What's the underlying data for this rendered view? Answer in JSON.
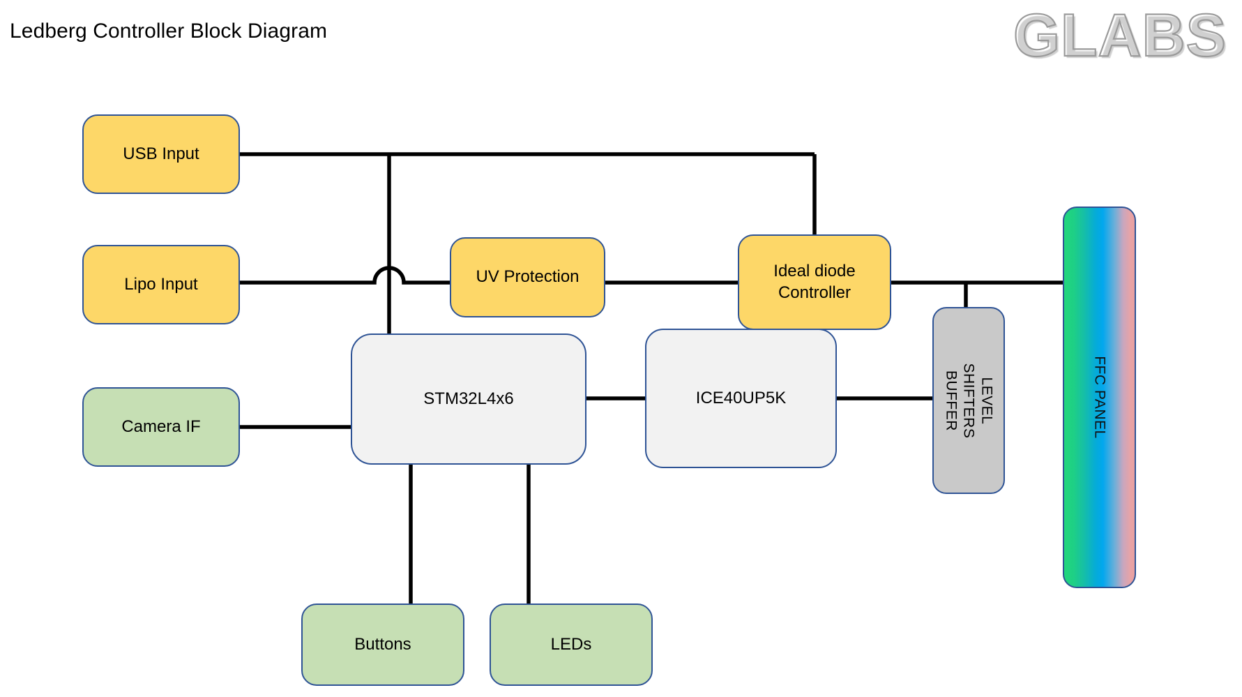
{
  "title": "Ledberg Controller Block Diagram",
  "logo": {
    "text": "GLABS",
    "stroke_color": "#9A9A9A"
  },
  "diagram": {
    "type": "block-diagram",
    "palette": {
      "power_block": "#FDD768",
      "io_block": "#C6DFB4",
      "chip_block": "#F2F2F2",
      "buffer_block": "#C9C9C9",
      "border": "#2E5395",
      "wire": "#000000",
      "ffc_gradient_start": "#21D67C",
      "ffc_gradient_mid": "#01A7EE",
      "ffc_gradient_end": "#E9A0A0"
    },
    "blocks": [
      {
        "id": "usb-input",
        "label": "USB Input",
        "kind": "power"
      },
      {
        "id": "lipo-input",
        "label": "Lipo Input",
        "kind": "power"
      },
      {
        "id": "camera-if",
        "label": "Camera IF",
        "kind": "io"
      },
      {
        "id": "uv-protection",
        "label": "UV Protection",
        "kind": "power"
      },
      {
        "id": "ideal-diode",
        "label": "Ideal diode Controller",
        "kind": "power"
      },
      {
        "id": "stm32",
        "label": "STM32L4x6",
        "kind": "chip"
      },
      {
        "id": "ice40",
        "label": "ICE40UP5K",
        "kind": "chip"
      },
      {
        "id": "level-shifters",
        "label": "LEVEL SHIFTERS BUFFER",
        "kind": "buffer"
      },
      {
        "id": "ffc-panel",
        "label": "FFC PANEL",
        "kind": "panel"
      },
      {
        "id": "buttons",
        "label": "Buttons",
        "kind": "io"
      },
      {
        "id": "leds",
        "label": "LEDs",
        "kind": "io"
      }
    ],
    "connections": [
      {
        "from": "usb-input",
        "to": "ideal-diode"
      },
      {
        "from": "usb-input",
        "to": "stm32"
      },
      {
        "from": "lipo-input",
        "to": "uv-protection"
      },
      {
        "from": "uv-protection",
        "to": "ideal-diode"
      },
      {
        "from": "ideal-diode",
        "to": "ffc-panel"
      },
      {
        "from": "ideal-diode",
        "to": "level-shifters"
      },
      {
        "from": "camera-if",
        "to": "stm32"
      },
      {
        "from": "stm32",
        "to": "ice40"
      },
      {
        "from": "ice40",
        "to": "level-shifters"
      },
      {
        "from": "stm32",
        "to": "buttons"
      },
      {
        "from": "stm32",
        "to": "leds"
      }
    ]
  }
}
